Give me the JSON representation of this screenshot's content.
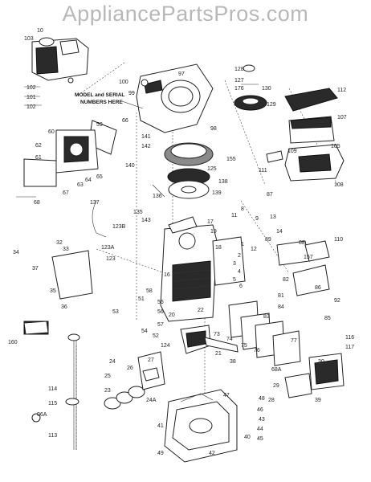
{
  "watermark": "AppliancePartsPros.com",
  "note": [
    "MODEL and SERIAL",
    "NUMBERS HERE"
  ],
  "labels": {
    "l10": "10",
    "l103": "103",
    "l102": "102",
    "l101": "101",
    "l102b": "102",
    "l60": "60",
    "l59": "59",
    "l62": "62",
    "l61": "61",
    "l65": "65",
    "l64": "64",
    "l63": "63",
    "l67": "67",
    "l68": "68",
    "l137": "137",
    "l34": "34",
    "l32": "32",
    "l33": "33",
    "l37": "37",
    "l35": "35",
    "l36": "36",
    "l160": "160",
    "l114": "114",
    "l115": "115",
    "l06a": "06A",
    "l113": "113",
    "l100": "100",
    "l99": "99",
    "l97": "97",
    "l66": "66",
    "l98": "98",
    "l141": "141",
    "l142": "142",
    "l140": "140",
    "l125": "125",
    "l155": "155",
    "l138": "138",
    "l139": "139",
    "l128": "128",
    "l127": "127",
    "l176": "176",
    "l130": "130",
    "l129": "129",
    "l112": "112",
    "l107": "107",
    "l105": "105",
    "l109": "109",
    "l111": "111",
    "l108": "108",
    "l136": "136",
    "l135": "135",
    "l143": "143",
    "l17": "17",
    "l19": "19",
    "l123b": "123B",
    "l123a": "123A",
    "l123": "123",
    "l18": "18",
    "l1": "1",
    "l2": "2",
    "l3": "3",
    "l4": "4",
    "l5": "5",
    "l6": "6",
    "l16": "16",
    "l58": "58",
    "l53": "53",
    "l51": "51",
    "l55": "55",
    "l56": "56",
    "l57": "57",
    "l54": "54",
    "l52": "52",
    "l20": "20",
    "l124": "124",
    "l22": "22",
    "l24": "24",
    "l26": "26",
    "l27": "27",
    "l25": "25",
    "l23": "23",
    "l24a": "24A",
    "l21": "21",
    "l38": "38",
    "l87": "87",
    "l11": "11",
    "l8": "8",
    "l9": "9",
    "l13": "13",
    "l14": "14",
    "l12": "12",
    "l89": "89",
    "l88": "88",
    "l110": "110",
    "l157": "157",
    "l86": "86",
    "l82": "82",
    "l92": "92",
    "l81": "81",
    "l84": "84",
    "l83": "83",
    "l73": "73",
    "l74": "74",
    "l75": "75",
    "l76": "76",
    "l77": "77",
    "l85": "85",
    "l116": "116",
    "l117": "117",
    "l68a": "68A",
    "l30": "30",
    "l29": "29",
    "l28": "28",
    "l39": "39",
    "l47": "47",
    "l48": "48",
    "l46": "46",
    "l43": "43",
    "l44": "44",
    "l45": "45",
    "l41": "41",
    "l40": "40",
    "l49": "49",
    "l42": "42"
  }
}
